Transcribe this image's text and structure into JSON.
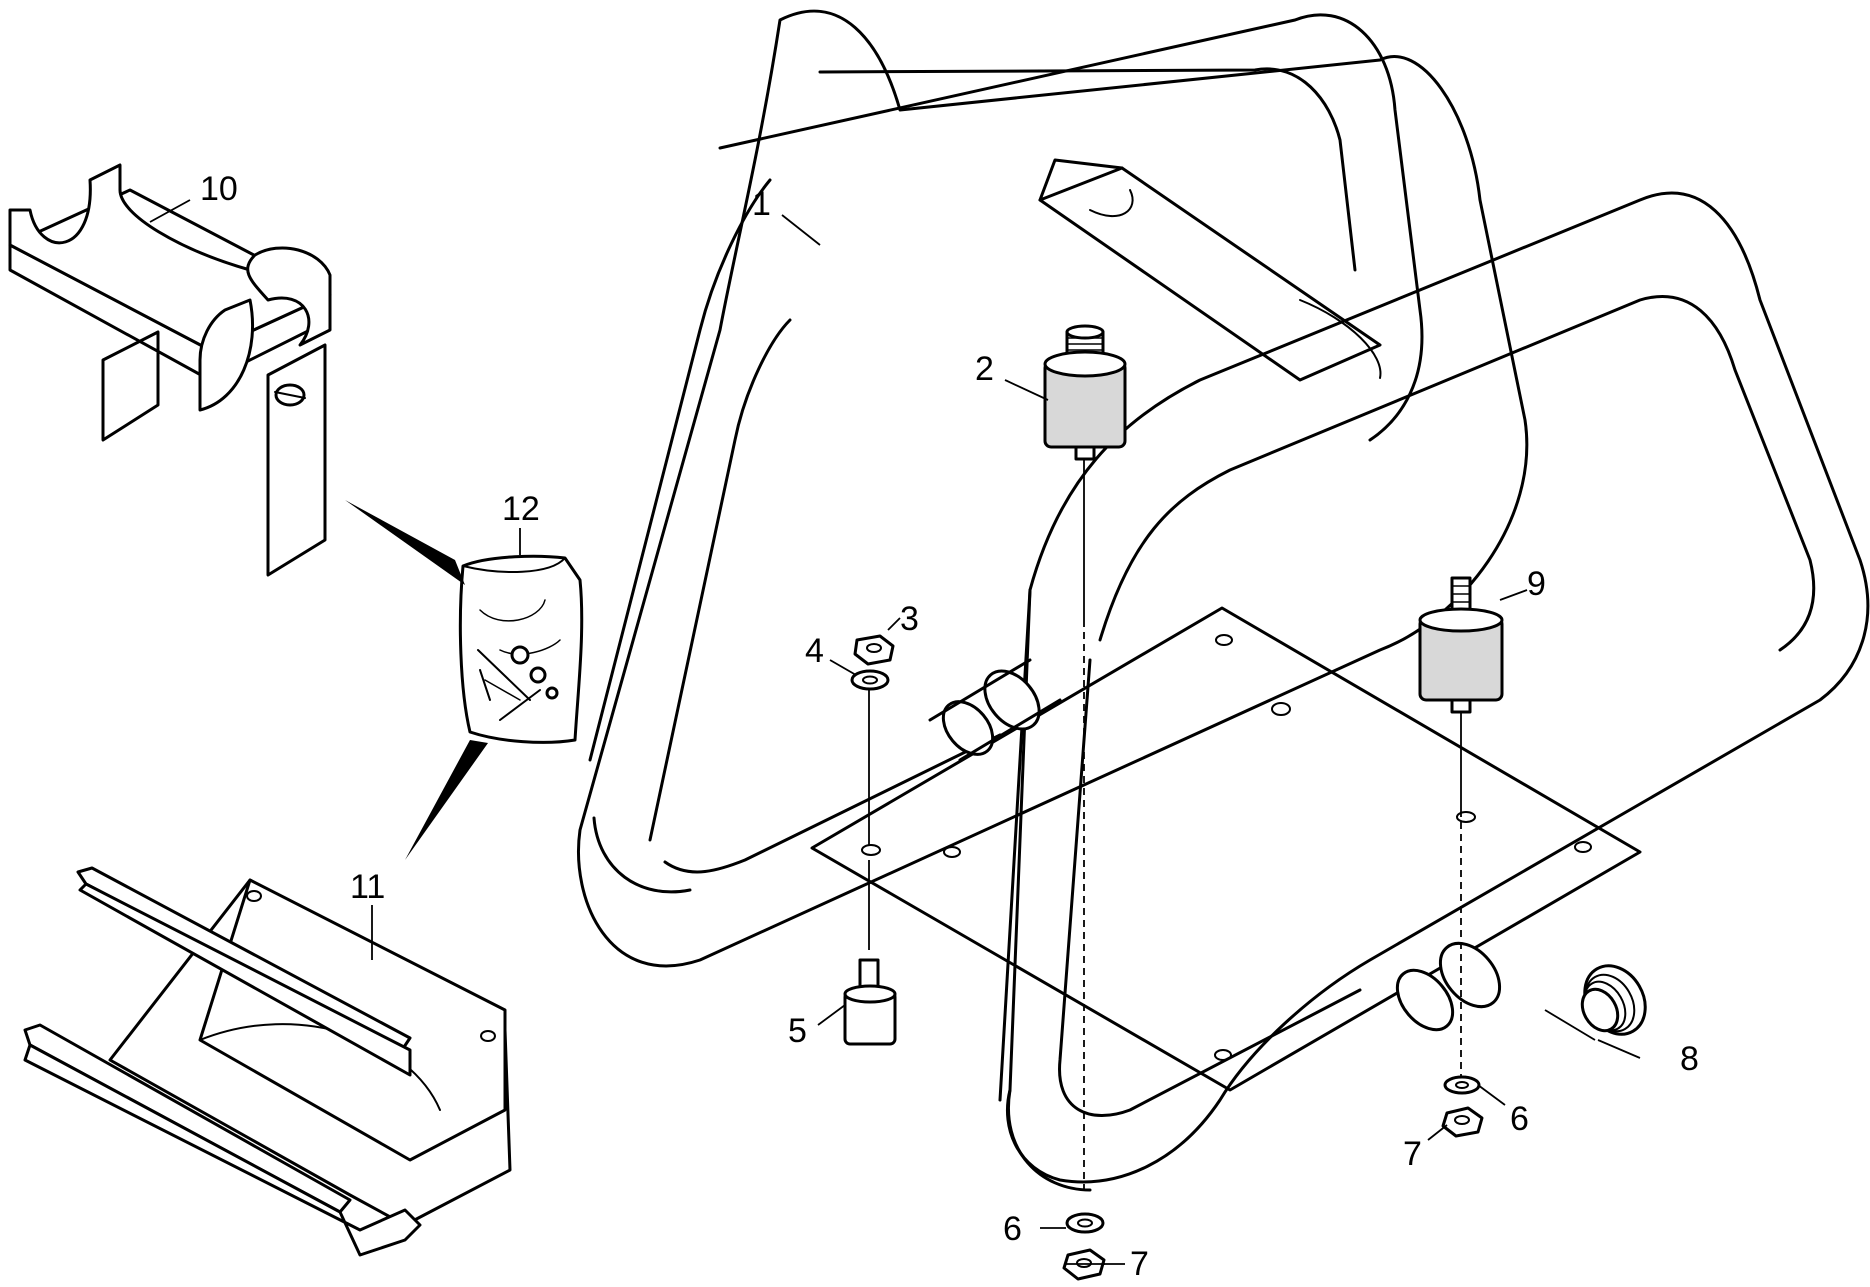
{
  "callouts": {
    "c1": "1",
    "c2": "2",
    "c3": "3",
    "c4": "4",
    "c5": "5",
    "c6a": "6",
    "c6b": "6",
    "c7a": "7",
    "c7b": "7",
    "c8": "8",
    "c9": "9",
    "c10": "10",
    "c11": "11",
    "c12": "12"
  },
  "parts": [
    {
      "id": "1",
      "name": "frame",
      "icon": "tubular-frame-icon"
    },
    {
      "id": "2",
      "name": "vibration damper (smooth)",
      "icon": "damper-icon"
    },
    {
      "id": "3",
      "name": "nut",
      "icon": "hex-nut-icon"
    },
    {
      "id": "4",
      "name": "washer",
      "icon": "washer-icon"
    },
    {
      "id": "5",
      "name": "buffer",
      "icon": "buffer-icon"
    },
    {
      "id": "6",
      "name": "washer",
      "icon": "washer-icon"
    },
    {
      "id": "7",
      "name": "nut",
      "icon": "hex-nut-icon"
    },
    {
      "id": "8",
      "name": "end cap",
      "icon": "end-cap-icon"
    },
    {
      "id": "9",
      "name": "vibration damper (textured)",
      "icon": "damper-icon"
    },
    {
      "id": "10",
      "name": "hose holder bracket",
      "icon": "bracket-icon"
    },
    {
      "id": "11",
      "name": "accessory tray",
      "icon": "tray-icon"
    },
    {
      "id": "12",
      "name": "fastener kit bag",
      "icon": "bag-icon"
    }
  ]
}
